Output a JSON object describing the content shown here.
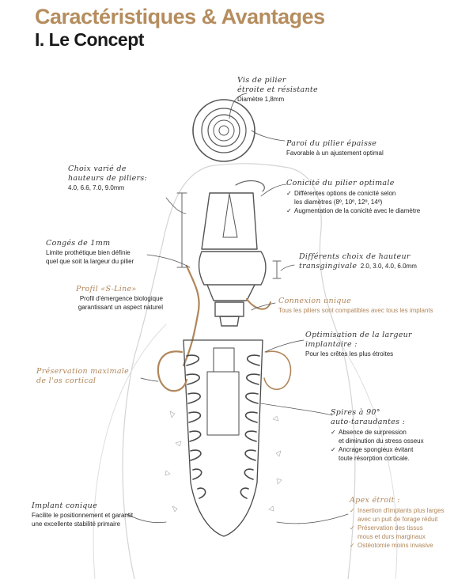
{
  "title": "Caractéristiques & Avantages",
  "subtitle": "I. Le Concept",
  "colors": {
    "accent": "#b58d5e",
    "ink": "#1a1a1a",
    "sketch": "#6a6a6a"
  },
  "annotations": {
    "vis_pilier": {
      "heading_1": "Vis de pilier",
      "heading_2": "étroite et résistante",
      "text": "Diamètre 1,8mm"
    },
    "paroi": {
      "heading": "Paroi du pilier épaisse",
      "text": "Favorable à un ajustement optimal"
    },
    "choix_hauteurs": {
      "heading_1": "Choix varié de",
      "heading_2": "hauteurs de piliers:",
      "text": "4.0, 6.6, 7.0, 9.0mm"
    },
    "conicite": {
      "heading": "Conicité du pilier optimale",
      "items": [
        "Différentes options de conicité selon",
        "les diamètres (8º, 10º, 12º, 14º)",
        "Augmentation de la conicité avec le diamètre"
      ]
    },
    "conges": {
      "heading": "Congés de 1mm",
      "text_1": "Limite prothétique bien définie",
      "text_2": "quel que soit la largeur du pilier"
    },
    "hauteur_trans": {
      "heading_1": "Différents choix de hauteur",
      "heading_2": "transgingivale",
      "text": "2.0, 3.0, 4.0, 6.0mm"
    },
    "profil": {
      "heading": "Profil «S-Line»",
      "text_1": "Profil d'émergence biologique",
      "text_2": "garantissant un aspect naturel"
    },
    "connexion": {
      "heading": "Connexion unique",
      "text": "Tous les piliers sont compatibles avec tous les implants"
    },
    "optimisation": {
      "heading_1": "Optimisation de la largeur",
      "heading_2": "implantaire :",
      "text": "Pour les crêtes les plus étroites"
    },
    "preservation": {
      "heading_1": "Préservation maximale",
      "heading_2": "de l'os cortical"
    },
    "spires": {
      "heading_1": "Spires à 90°",
      "heading_2": "auto-taraudantes :",
      "items": [
        "Absence de surpression",
        "et diminution du stress osseux",
        "Ancrage spongieux évitant",
        "toute résorption corticale."
      ]
    },
    "implant_conique": {
      "heading": "Implant conique",
      "text_1": "Facilite le positionnement et garantit",
      "text_2": "une excellente  stabilité primaire"
    },
    "apex": {
      "heading": "Apex étroit :",
      "items": [
        "Insertion d'implants plus larges",
        "avec un puit de forage réduit",
        "Préservation des tissus",
        "mous et durs marginaux",
        "Ostéotomie moins invasive"
      ]
    }
  }
}
